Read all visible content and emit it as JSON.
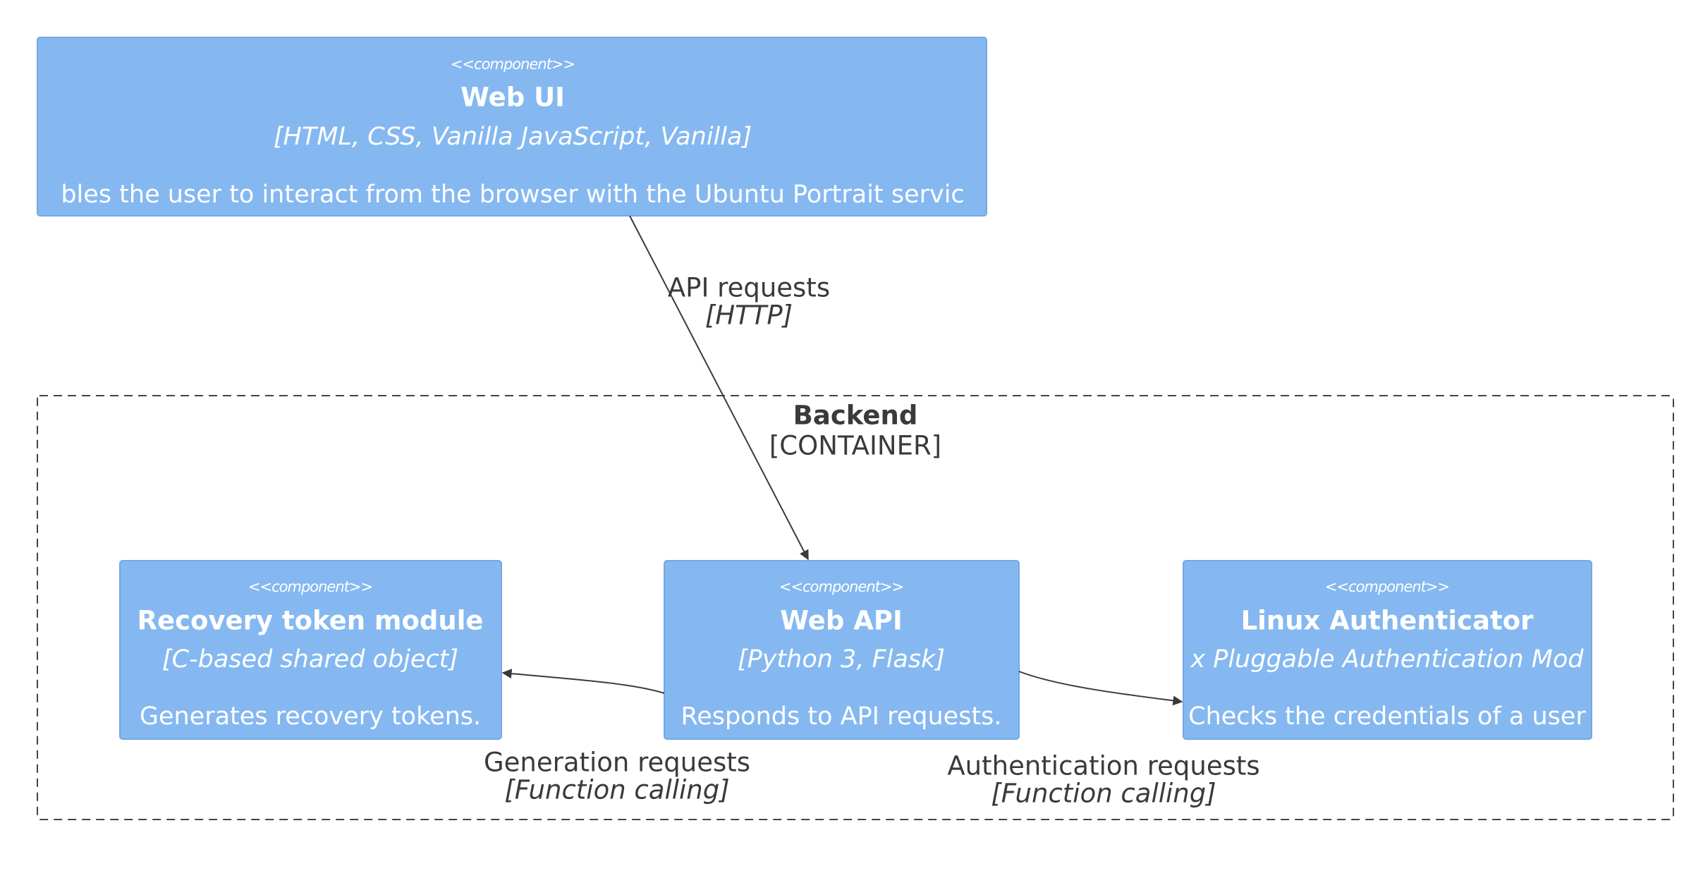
{
  "colors": {
    "component_fill": "#85b8f0",
    "component_stroke": "#74a8e4",
    "text_on_component": "#ffffff",
    "edge": "#3a3a3a",
    "boundary": "#444444"
  },
  "components": [
    {
      "id": "web-ui",
      "stereotype": "<<component>>",
      "title": "Web UI",
      "tech": "[HTML, CSS, Vanilla JavaScript, Vanilla]",
      "description": "bles the user to interact from the browser with the Ubuntu Portrait servic"
    },
    {
      "id": "recovery",
      "stereotype": "<<component>>",
      "title": "Recovery token module",
      "tech": "[C-based shared object]",
      "description": "Generates recovery tokens."
    },
    {
      "id": "web-api",
      "stereotype": "<<component>>",
      "title": "Web API",
      "tech": "[Python 3, Flask]",
      "description": "Responds to API requests."
    },
    {
      "id": "linux-auth",
      "stereotype": "<<component>>",
      "title": "Linux Authenticator",
      "tech": "x Pluggable Authentication Mod",
      "description": "Checks the credentials of a user"
    }
  ],
  "boundary": {
    "title": "Backend",
    "type": "[CONTAINER]"
  },
  "edges": [
    {
      "id": "api",
      "label": "API requests",
      "tech": "[HTTP]"
    },
    {
      "id": "gen",
      "label": "Generation requests",
      "tech": "[Function calling]"
    },
    {
      "id": "auth",
      "label": "Authentication requests",
      "tech": "[Function calling]"
    }
  ]
}
